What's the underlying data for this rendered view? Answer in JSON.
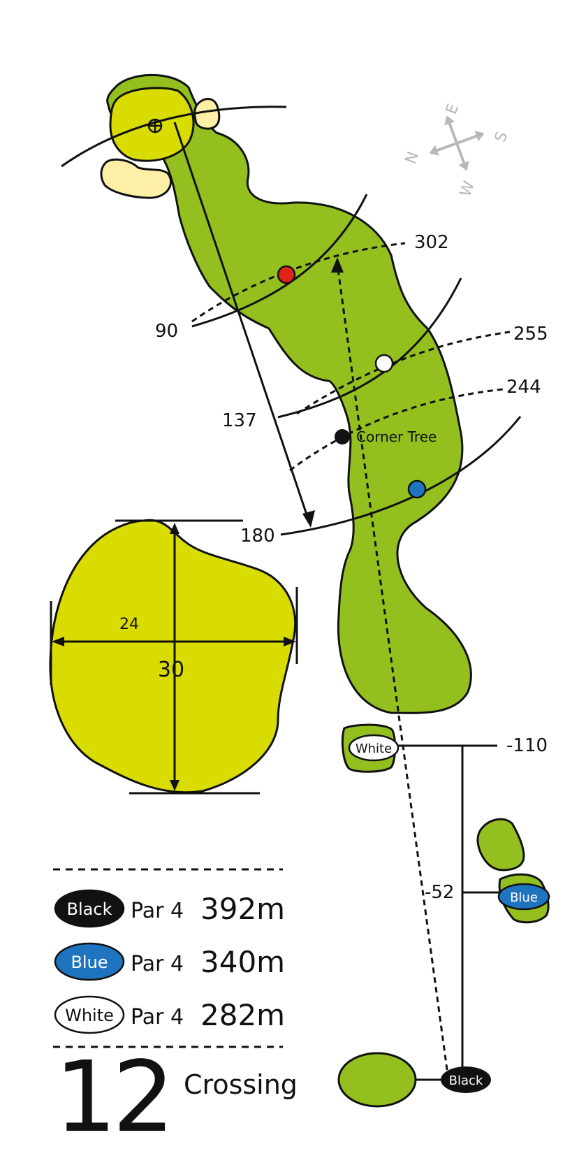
{
  "hole": {
    "number": "12",
    "name": "Crossing"
  },
  "compass": {
    "n": "N",
    "e": "E",
    "s": "S",
    "w": "W"
  },
  "tees": [
    {
      "tee": "Black",
      "par": "Par 4",
      "length": "392m",
      "color": "#111111",
      "text_color": "#ffffff"
    },
    {
      "tee": "Blue",
      "par": "Par 4",
      "length": "340m",
      "color": "#1f74c0",
      "text_color": "#ffffff"
    },
    {
      "tee": "White",
      "par": "Par 4",
      "length": "282m",
      "color": "#ffffff",
      "text_color": "#111111"
    }
  ],
  "distances": {
    "d90": "90",
    "d137": "137",
    "d180": "180",
    "d302": "302",
    "d255": "255",
    "d244": "244",
    "tee_white_offset": "-110",
    "tee_blue_offset": "-52"
  },
  "landmark": "Corner Tree",
  "green_dimensions": {
    "width": "24",
    "depth": "30"
  },
  "tee_markers": {
    "white": "White",
    "blue": "Blue",
    "black": "Black"
  },
  "colors": {
    "fairway": "#93c01f",
    "green": "#d9dc00",
    "bunker": "#fdf0a6",
    "marker_red": "#e2231a",
    "marker_blue": "#1f74c0"
  }
}
